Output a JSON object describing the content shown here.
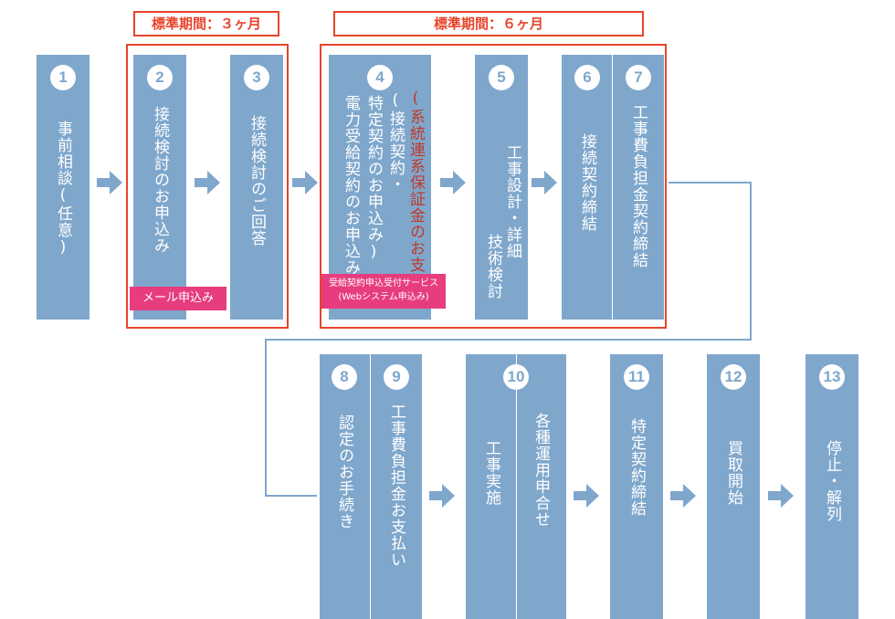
{
  "labels": {
    "period3": "標準期間：３ヶ月",
    "period6": "標準期間：６ヶ月"
  },
  "tags": {
    "mail": "メール申込み",
    "web_line1": "受給契約申込受付サービス",
    "web_line2": "(Webシステム申込み)"
  },
  "steps": {
    "s1": {
      "num": "1",
      "text": "事前相談(任意)"
    },
    "s2": {
      "num": "2",
      "text": "接続検討のお申込み"
    },
    "s3": {
      "num": "3",
      "text": "接続検討のご回答"
    },
    "s4": {
      "num": "4",
      "text1": "(系統連系保証金のお支払)",
      "text2": "(接続契約・",
      "text3": "特定契約のお申込み)",
      "text4": "電力受給契約のお申込み"
    },
    "s5": {
      "num": "5",
      "text1": "工事設計・詳細",
      "text2": "技術検討"
    },
    "s6": {
      "num": "6",
      "text": "接続契約締結"
    },
    "s7": {
      "num": "7",
      "text": "工事費負担金契約締結"
    },
    "s8": {
      "num": "8",
      "text": "認定のお手続き"
    },
    "s9": {
      "num": "9",
      "text": "工事費負担金お支払い"
    },
    "s10": {
      "num": "10",
      "text1": "各種運用申合せ",
      "text2": "工事実施"
    },
    "s11": {
      "num": "11",
      "text": "特定契約締結"
    },
    "s12": {
      "num": "12",
      "text": "買取開始"
    },
    "s13": {
      "num": "13",
      "text": "停止・解列"
    }
  },
  "colors": {
    "box": "#7fa7cc",
    "frame": "#e8442b",
    "tag": "#e73c7e",
    "note": "#c0392b"
  }
}
